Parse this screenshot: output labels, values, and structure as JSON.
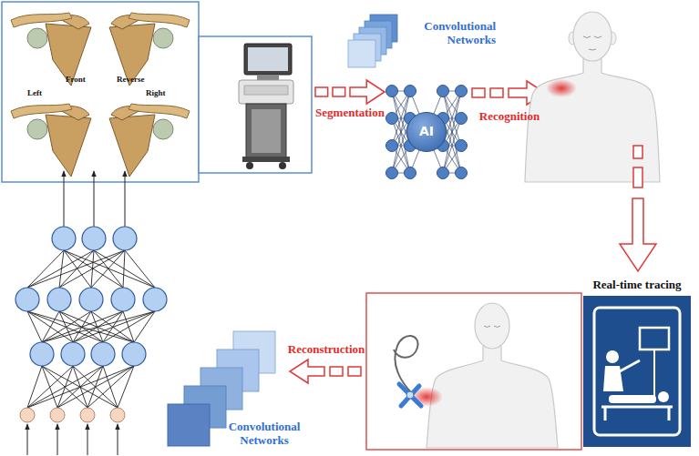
{
  "diagram": {
    "nodes": [
      {
        "text": [
          "Front",
          "Reverse",
          "Left",
          "Right"
        ]
      },
      {
        "text": [
          "Convolutional Networks"
        ]
      },
      {
        "text": [
          "AI"
        ]
      },
      {
        "text": [
          "Real-time tracing"
        ]
      },
      {
        "text": [
          "Convolutional Networks"
        ]
      }
    ],
    "edges": [
      {
        "from": 0,
        "to": 2,
        "arrow": "to",
        "label": "Segmentation"
      }
    ],
    "labels": [
      "Recognition",
      "Reconstruction"
    ]
  }
}
